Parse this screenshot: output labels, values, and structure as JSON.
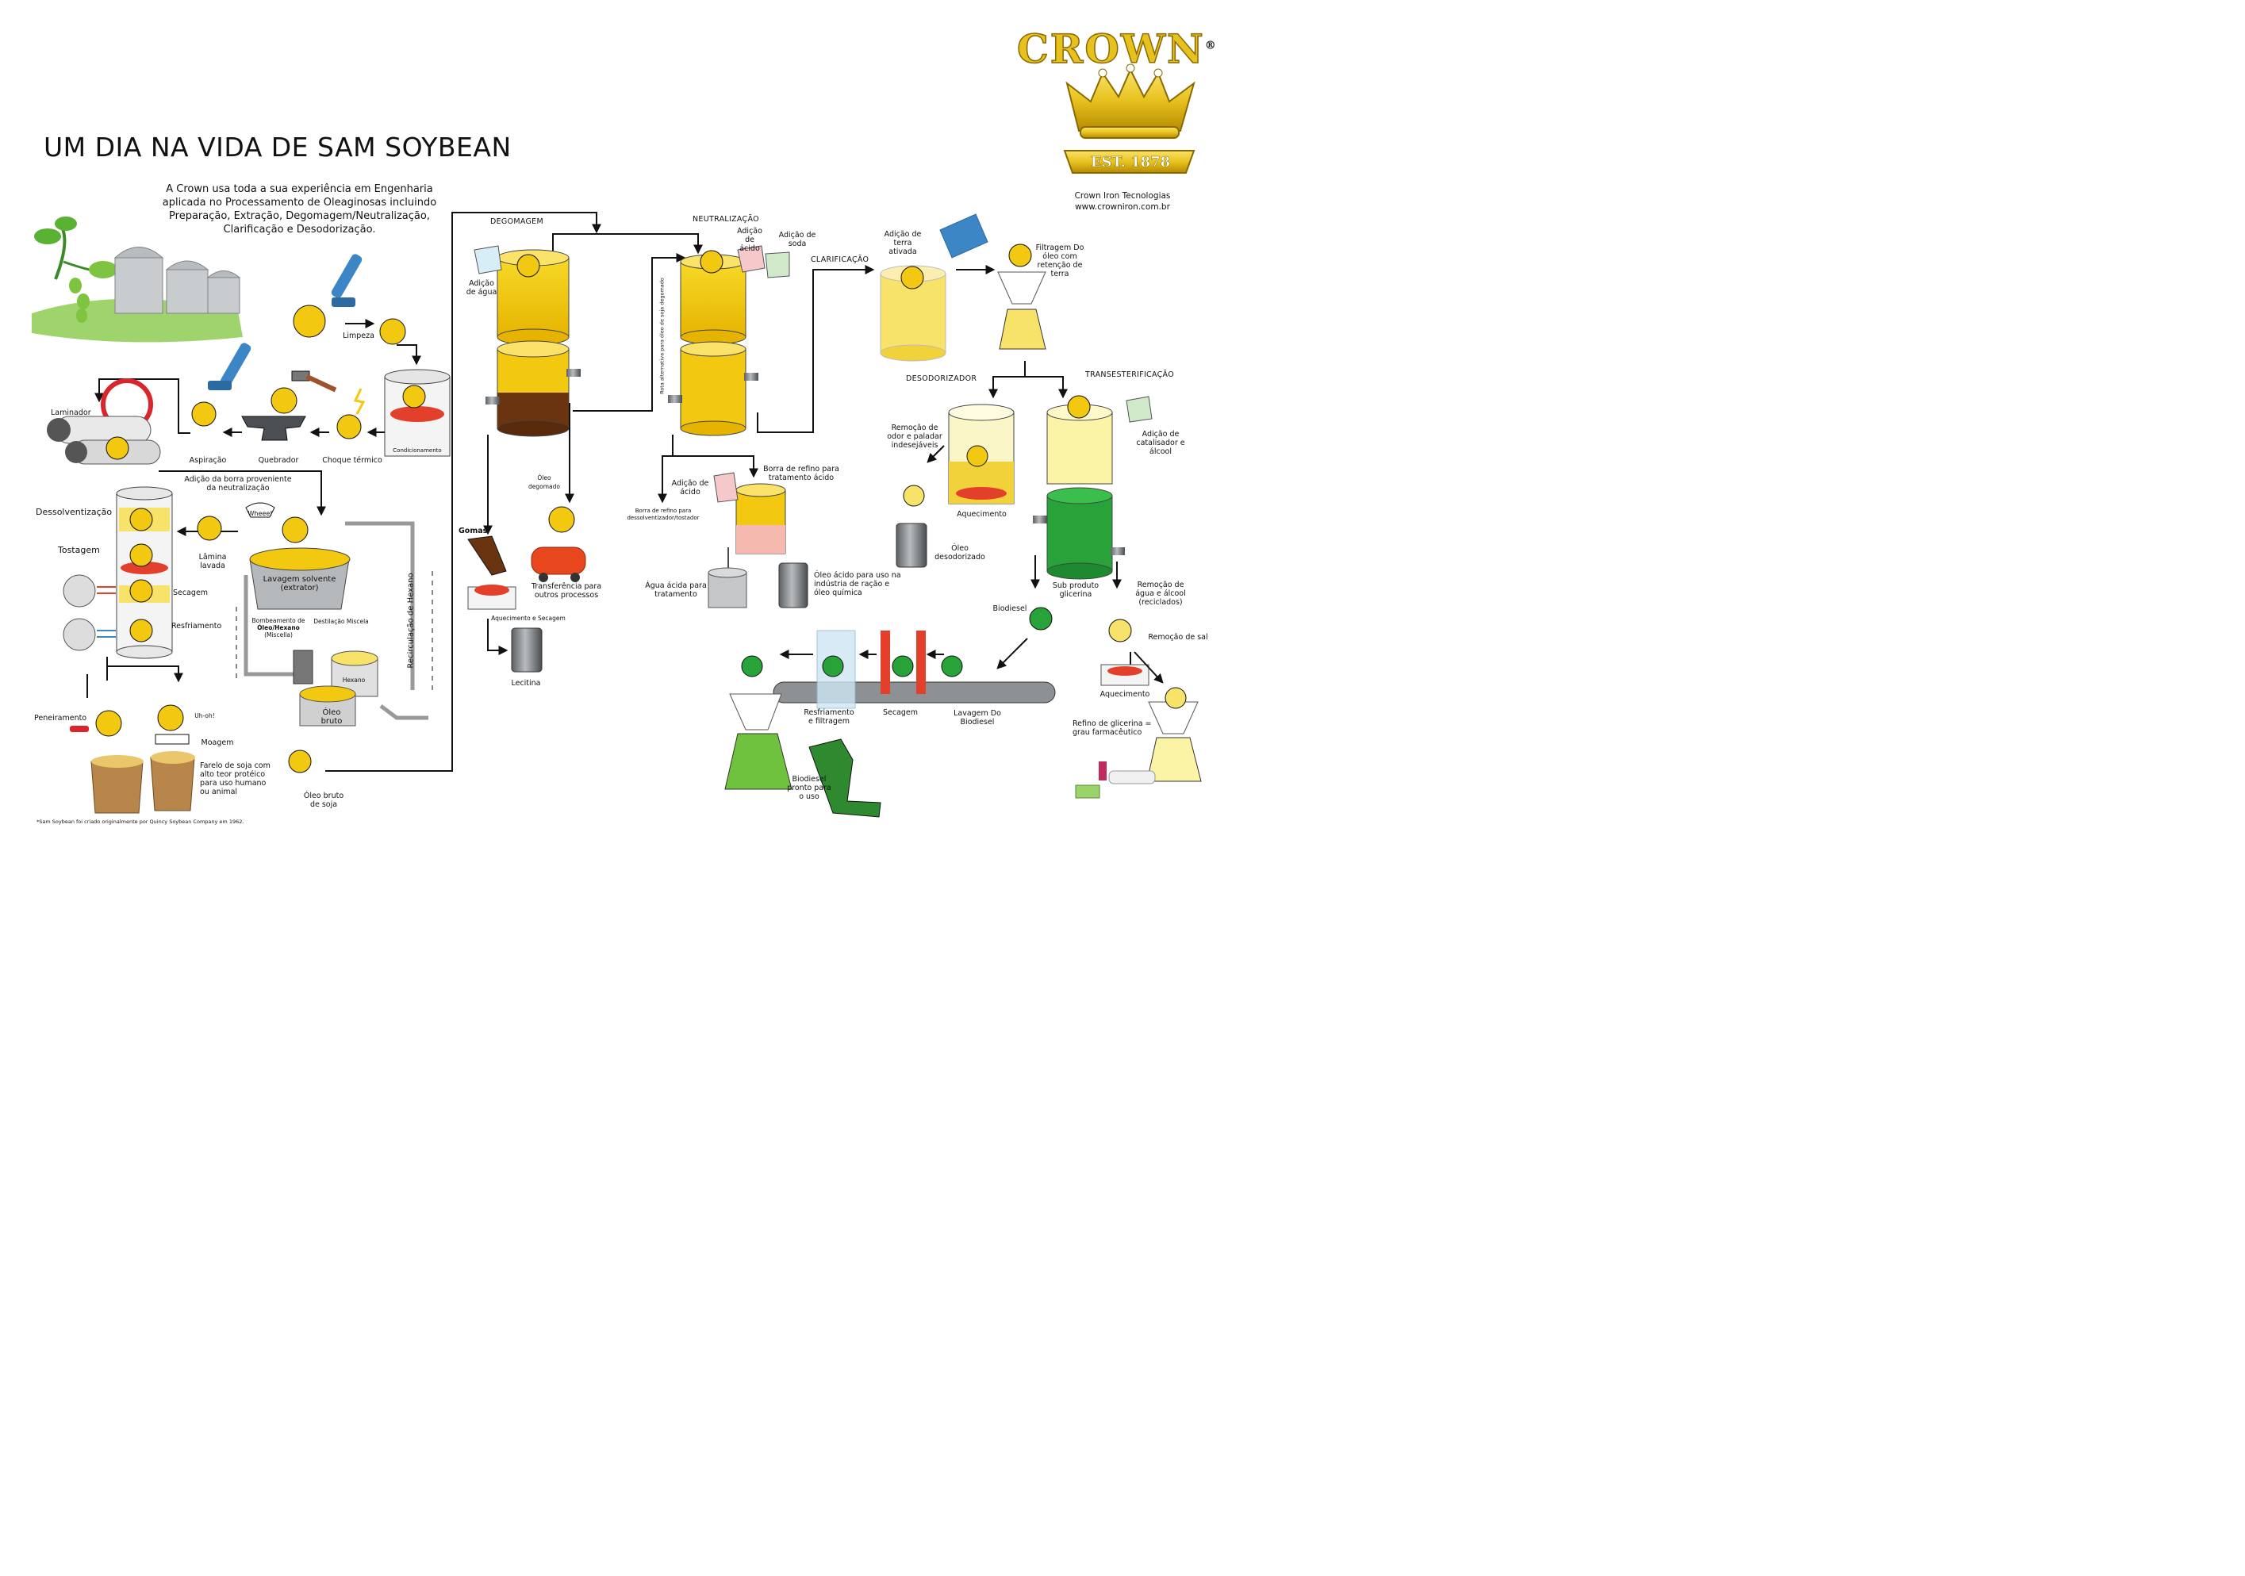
{
  "title": "UM DIA NA VIDA DE SAM SOYBEAN",
  "intro": "A Crown usa toda a sua experiência em Engenharia aplicada no Processamento de Oleaginosas incluindo Preparação, Extração, Degomagem/Neutralização, Clarificação e Desodorização.",
  "brand": {
    "logo_text": "CROWN",
    "registered": "®",
    "est": "EST. 1878",
    "company_name": "Crown Iron Tecnologias",
    "website": "www.crowniron.com.br",
    "gold": "#e7c21f",
    "gold_dark": "#8a6a00"
  },
  "colors": {
    "oil": "#f2c811",
    "oil_light": "#f7e36a",
    "brown": "#6b3410",
    "green": "#27a33a",
    "heat": "#e2402a",
    "line": "#111111",
    "steel": "#8a8d90",
    "silo": "#c9cccf",
    "cart": "#e8471d",
    "blue": "#3d86c6"
  },
  "preparation": {
    "limpeza": "Limpeza",
    "condicionamento": "Condicionamento",
    "choque": "Choque térmico",
    "quebrador": "Quebrador",
    "aspiracao": "Aspiração",
    "laminador": "Laminador"
  },
  "extraction": {
    "adicao_borra": "Adição da borra proveniente da neutralização",
    "dessolventizacao": "Dessolventização",
    "tostagem": "Tostagem",
    "lamina_lavada": "Lâmina lavada",
    "wheee": "Wheee!",
    "secagem": "Secagem",
    "resfriamento": "Resfriamento",
    "lavagem": "Lavagem solvente",
    "extrator": "(extrator)",
    "bombeamento_1": "Bombeamento de",
    "bombeamento_2": "Óleo/Hexano",
    "bombeamento_3": "(Miscella)",
    "destilacao": "Destilação Miscela",
    "hexano": "Hexano",
    "oleo_bruto_tank": "Óleo bruto",
    "recirculacao": "Recirculação de Hexano",
    "peneiramento": "Peneiramento",
    "uhoh": "Uh-oh!",
    "moagem": "Moagem",
    "farelo": "Farelo de soja com alto teor protéico para uso humano ou animal",
    "oleo_bruto_soja": "Óleo bruto de soja"
  },
  "degumming": {
    "section": "DEGOMAGEM",
    "adicao_agua": "Adição de água",
    "gomas": "Gomas",
    "aquecimento_secagem": "Aquecimento e Secagem",
    "lecitina": "Lecitina",
    "oleo_degomado": "Óleo degomado",
    "transferencia": "Transferência para outros processos"
  },
  "neutralization": {
    "section": "NEUTRALIZAÇÃO",
    "adicao_acido": "Adição de ácido",
    "adicao_soda": "Adição de soda",
    "rota": "Rota alternativa para óleo de soja degomado",
    "adicao_acido_2": "Adição de ácido",
    "borra_tratamento": "Borra de refino para tratamento ácido",
    "borra_dessolv": "Borra de refino para dessolventizador/tostador",
    "agua_acida": "Água ácida para tratamento",
    "oleo_acido": "Óleo ácido para uso na indústria de ração e óleo química"
  },
  "clarification": {
    "section": "CLARIFICAÇÃO",
    "adicao_terra": "Adição de terra ativada",
    "filtragem": "Filtragem Do óleo com retenção de terra"
  },
  "deodorization": {
    "section": "DESODORIZADOR",
    "remocao_odor": "Remoção de odor e paladar indesejáveis",
    "aquecimento": "Aquecimento",
    "oleo_desodorizado": "Óleo desodorizado"
  },
  "transesterification": {
    "section": "TRANSESTERIFICAÇÃO",
    "adicao_catalisador": "Adição de catalisador e álcool",
    "sub_produto": "Sub produto glicerina",
    "remocao_agua": "Remoção de água e álcool (reciclados)",
    "biodiesel": "Biodiesel",
    "remocao_sal": "Remoção de sal",
    "aquecimento": "Aquecimento",
    "refino_glicerina": "Refino de glicerina = grau farmacêutico",
    "lavagem_biodiesel": "Lavagem Do Biodiesel",
    "secagem": "Secagem",
    "resfriamento": "Resfriamento e filtragem",
    "biodiesel_pronto": "Biodiesel pronto para o uso"
  },
  "footnote": "*Sam Soybean foi criado originalmente por Quincy Soybean Company em 1962."
}
